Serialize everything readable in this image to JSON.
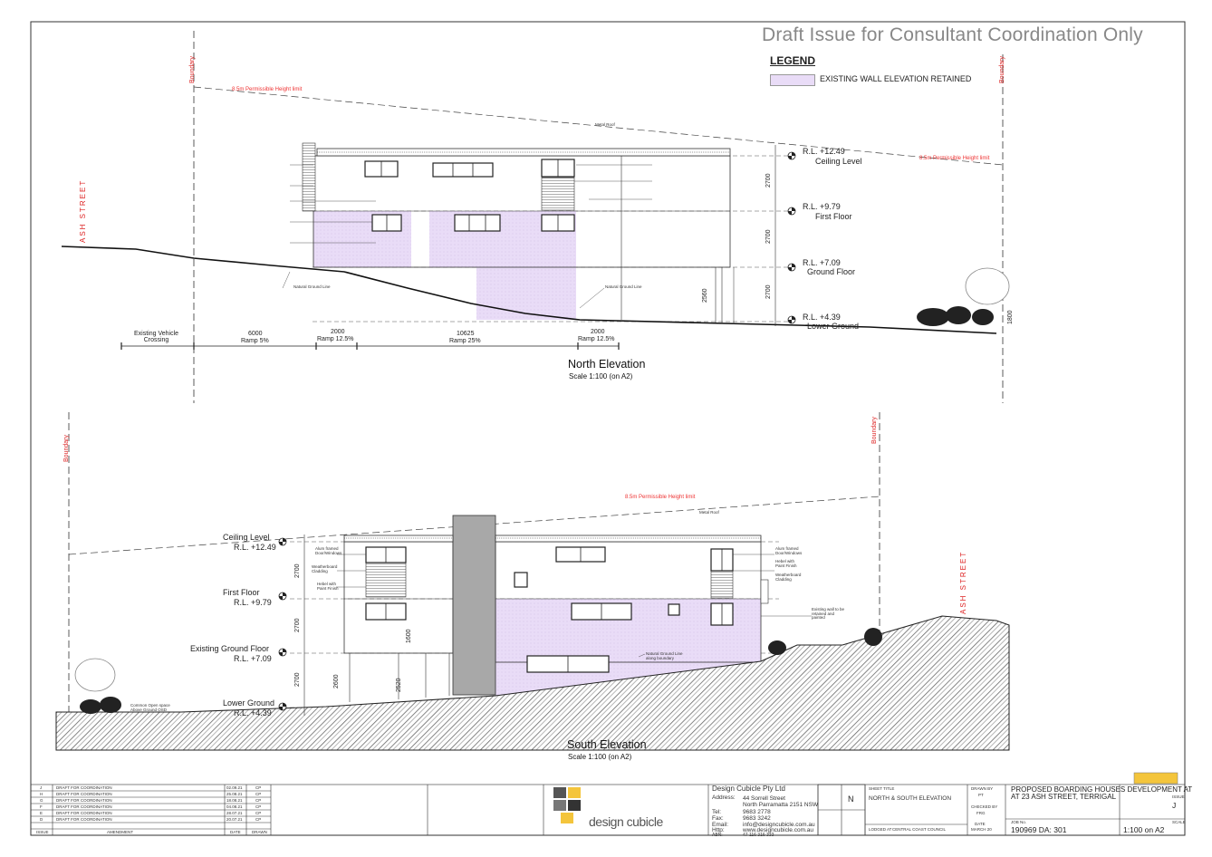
{
  "draft_notice": "Draft Issue for Consultant Coordination Only",
  "legend": {
    "title": "LEGEND",
    "items": [
      {
        "label": "EXISTING WALL ELEVATION RETAINED",
        "color": "#e9dcf7"
      }
    ]
  },
  "boundary_label": "Boundary",
  "street_label": "ASH   STREET",
  "height_limit_label": "8.5m Permissible Height limit",
  "north": {
    "title": "North Elevation",
    "scale": "Scale 1:100 (on A2)",
    "levels": [
      {
        "name": "Ceiling Level",
        "rl": "R.L. +12.49"
      },
      {
        "name": "First Floor",
        "rl": "R.L. +9.79"
      },
      {
        "name": "Ground Floor",
        "rl": "R.L. +7.09"
      },
      {
        "name": "Lower Ground",
        "rl": "R.L. +4.39"
      }
    ],
    "dims_vertical": [
      "2700",
      "2700",
      "2700",
      "2560",
      "1800"
    ],
    "dims_horizontal": [
      {
        "value": "",
        "label": "Existing Vehicle\nCrossing"
      },
      {
        "value": "6000",
        "label": "Ramp 5%"
      },
      {
        "value": "2000",
        "label": "Ramp 12.5%"
      },
      {
        "value": "10625",
        "label": "Ramp 25%"
      },
      {
        "value": "2000",
        "label": "Ramp 12.5%"
      }
    ],
    "notes": {
      "metal_roof": "Metal Roof",
      "natural_ground": "Natural Ground Line"
    }
  },
  "south": {
    "title": "South Elevation",
    "scale": "Scale 1:100 (on A2)",
    "levels": [
      {
        "name": "Ceiling Level",
        "rl": "R.L. +12.49"
      },
      {
        "name": "First Floor",
        "rl": "R.L. +9.79"
      },
      {
        "name": "Existing Ground Floor",
        "rl": "R.L. +7.09"
      },
      {
        "name": "Lower Ground",
        "rl": "R.L. +4.39"
      }
    ],
    "dims_vertical": [
      "2700",
      "2700",
      "2700",
      "2600",
      "2520",
      "1600"
    ],
    "notes": {
      "metal_roof": "Metal Roof",
      "open_space": "Common Open space\nAbove Ground OSD",
      "natural_ground": "Natural Ground Line\nalong boundary",
      "existing_wall": "Existing wall to be\nretained and\npainted",
      "alum_framed": "Alum framed\nDoor/Windows",
      "weatherboard": "Weatherboard\nCladding",
      "hebel": "Hebel with\nPaint Finish"
    }
  },
  "title_block": {
    "revisions": [
      {
        "rev": "J",
        "desc": "DRAFT FOR COORDINATION",
        "date": "02.09.21",
        "by": "CP"
      },
      {
        "rev": "H",
        "desc": "DRAFT FOR COORDINATION",
        "date": "25.08.21",
        "by": "CP"
      },
      {
        "rev": "G",
        "desc": "DRAFT FOR COORDINATION",
        "date": "18.08.21",
        "by": "CP"
      },
      {
        "rev": "F",
        "desc": "DRAFT FOR COORDINATION",
        "date": "04.08.21",
        "by": "CP"
      },
      {
        "rev": "E",
        "desc": "DRAFT FOR COORDINATION",
        "date": "28.07.21",
        "by": "CP"
      },
      {
        "rev": "D",
        "desc": "DRAFT FOR COORDINATION",
        "date": "20.07.21",
        "by": "CP"
      }
    ],
    "rev_headers": {
      "issue": "ISSUE",
      "amendment": "AMENDMENT",
      "date": "DATE",
      "drawn": "DRAWN"
    },
    "company": "Design Cubicle Pty Ltd",
    "address_label": "Address:",
    "address": "44 Sorrell Street\nNorth Parramatta 2151 NSW",
    "tel_label": "Tel:",
    "tel": "9683 2778",
    "fax_label": "Fax:",
    "fax": "9683 3242",
    "email_label": "Email:",
    "email": "info@designcubicle.com.au",
    "http_label": "Http:",
    "http": "www.designcubicle.com.au",
    "abn_label": "ABN:",
    "abn": "47 116 316 333",
    "logo_text": "design cubicle",
    "north_letter": "N",
    "sheet_title_label": "SHEET TITLE",
    "sheet_title": "NORTH & SOUTH ELEVATION",
    "council_label": "LODGED AT",
    "council": "CENTRAL COAST COUNCIL",
    "drawn_label": "DRAWN BY",
    "drawn": "PT",
    "checked_label": "CHECKED BY",
    "checked": "FRG",
    "date_label": "DATE",
    "date": "MARCH 20",
    "project": "PROPOSED BOARDING HOUSES DEVELOPMENT AT\nAT 23 ASH STREET, TERRIGAL",
    "job_label": "JOB No.",
    "job": "190969  DA:  301",
    "issue_label": "ISSUE",
    "issue": "J",
    "scale_label": "SCALE",
    "scale": "1:100  on  A2"
  }
}
